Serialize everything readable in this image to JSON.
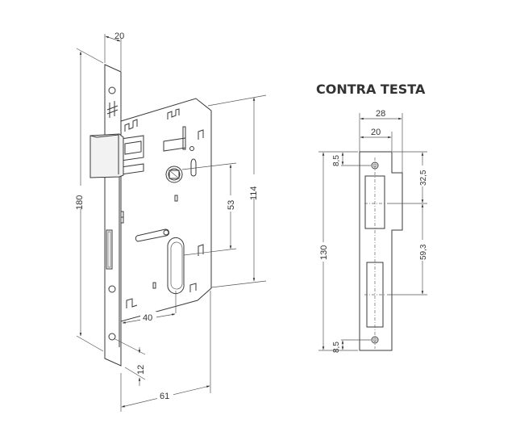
{
  "diagram": {
    "subject": "mortise lock with strike plate",
    "lock_body": {
      "dimensions": {
        "faceplate_width": "20",
        "faceplate_height": "180",
        "case_height": "114",
        "handle_to_cylinder": "53",
        "backset": "40",
        "screw_offset": "12",
        "case_depth": "61"
      }
    },
    "strike_plate": {
      "title": "CONTRA TESTA",
      "dimensions": {
        "total_width": "28",
        "plate_width": "20",
        "top_hole_offset": "8,5",
        "latch_offset": "32,5",
        "latch_to_bolt": "59,3",
        "total_height": "130",
        "bottom_hole_offset": "8,5"
      }
    },
    "colors": {
      "line": "#3a3a3a",
      "text": "#333333",
      "background": "#ffffff"
    }
  }
}
